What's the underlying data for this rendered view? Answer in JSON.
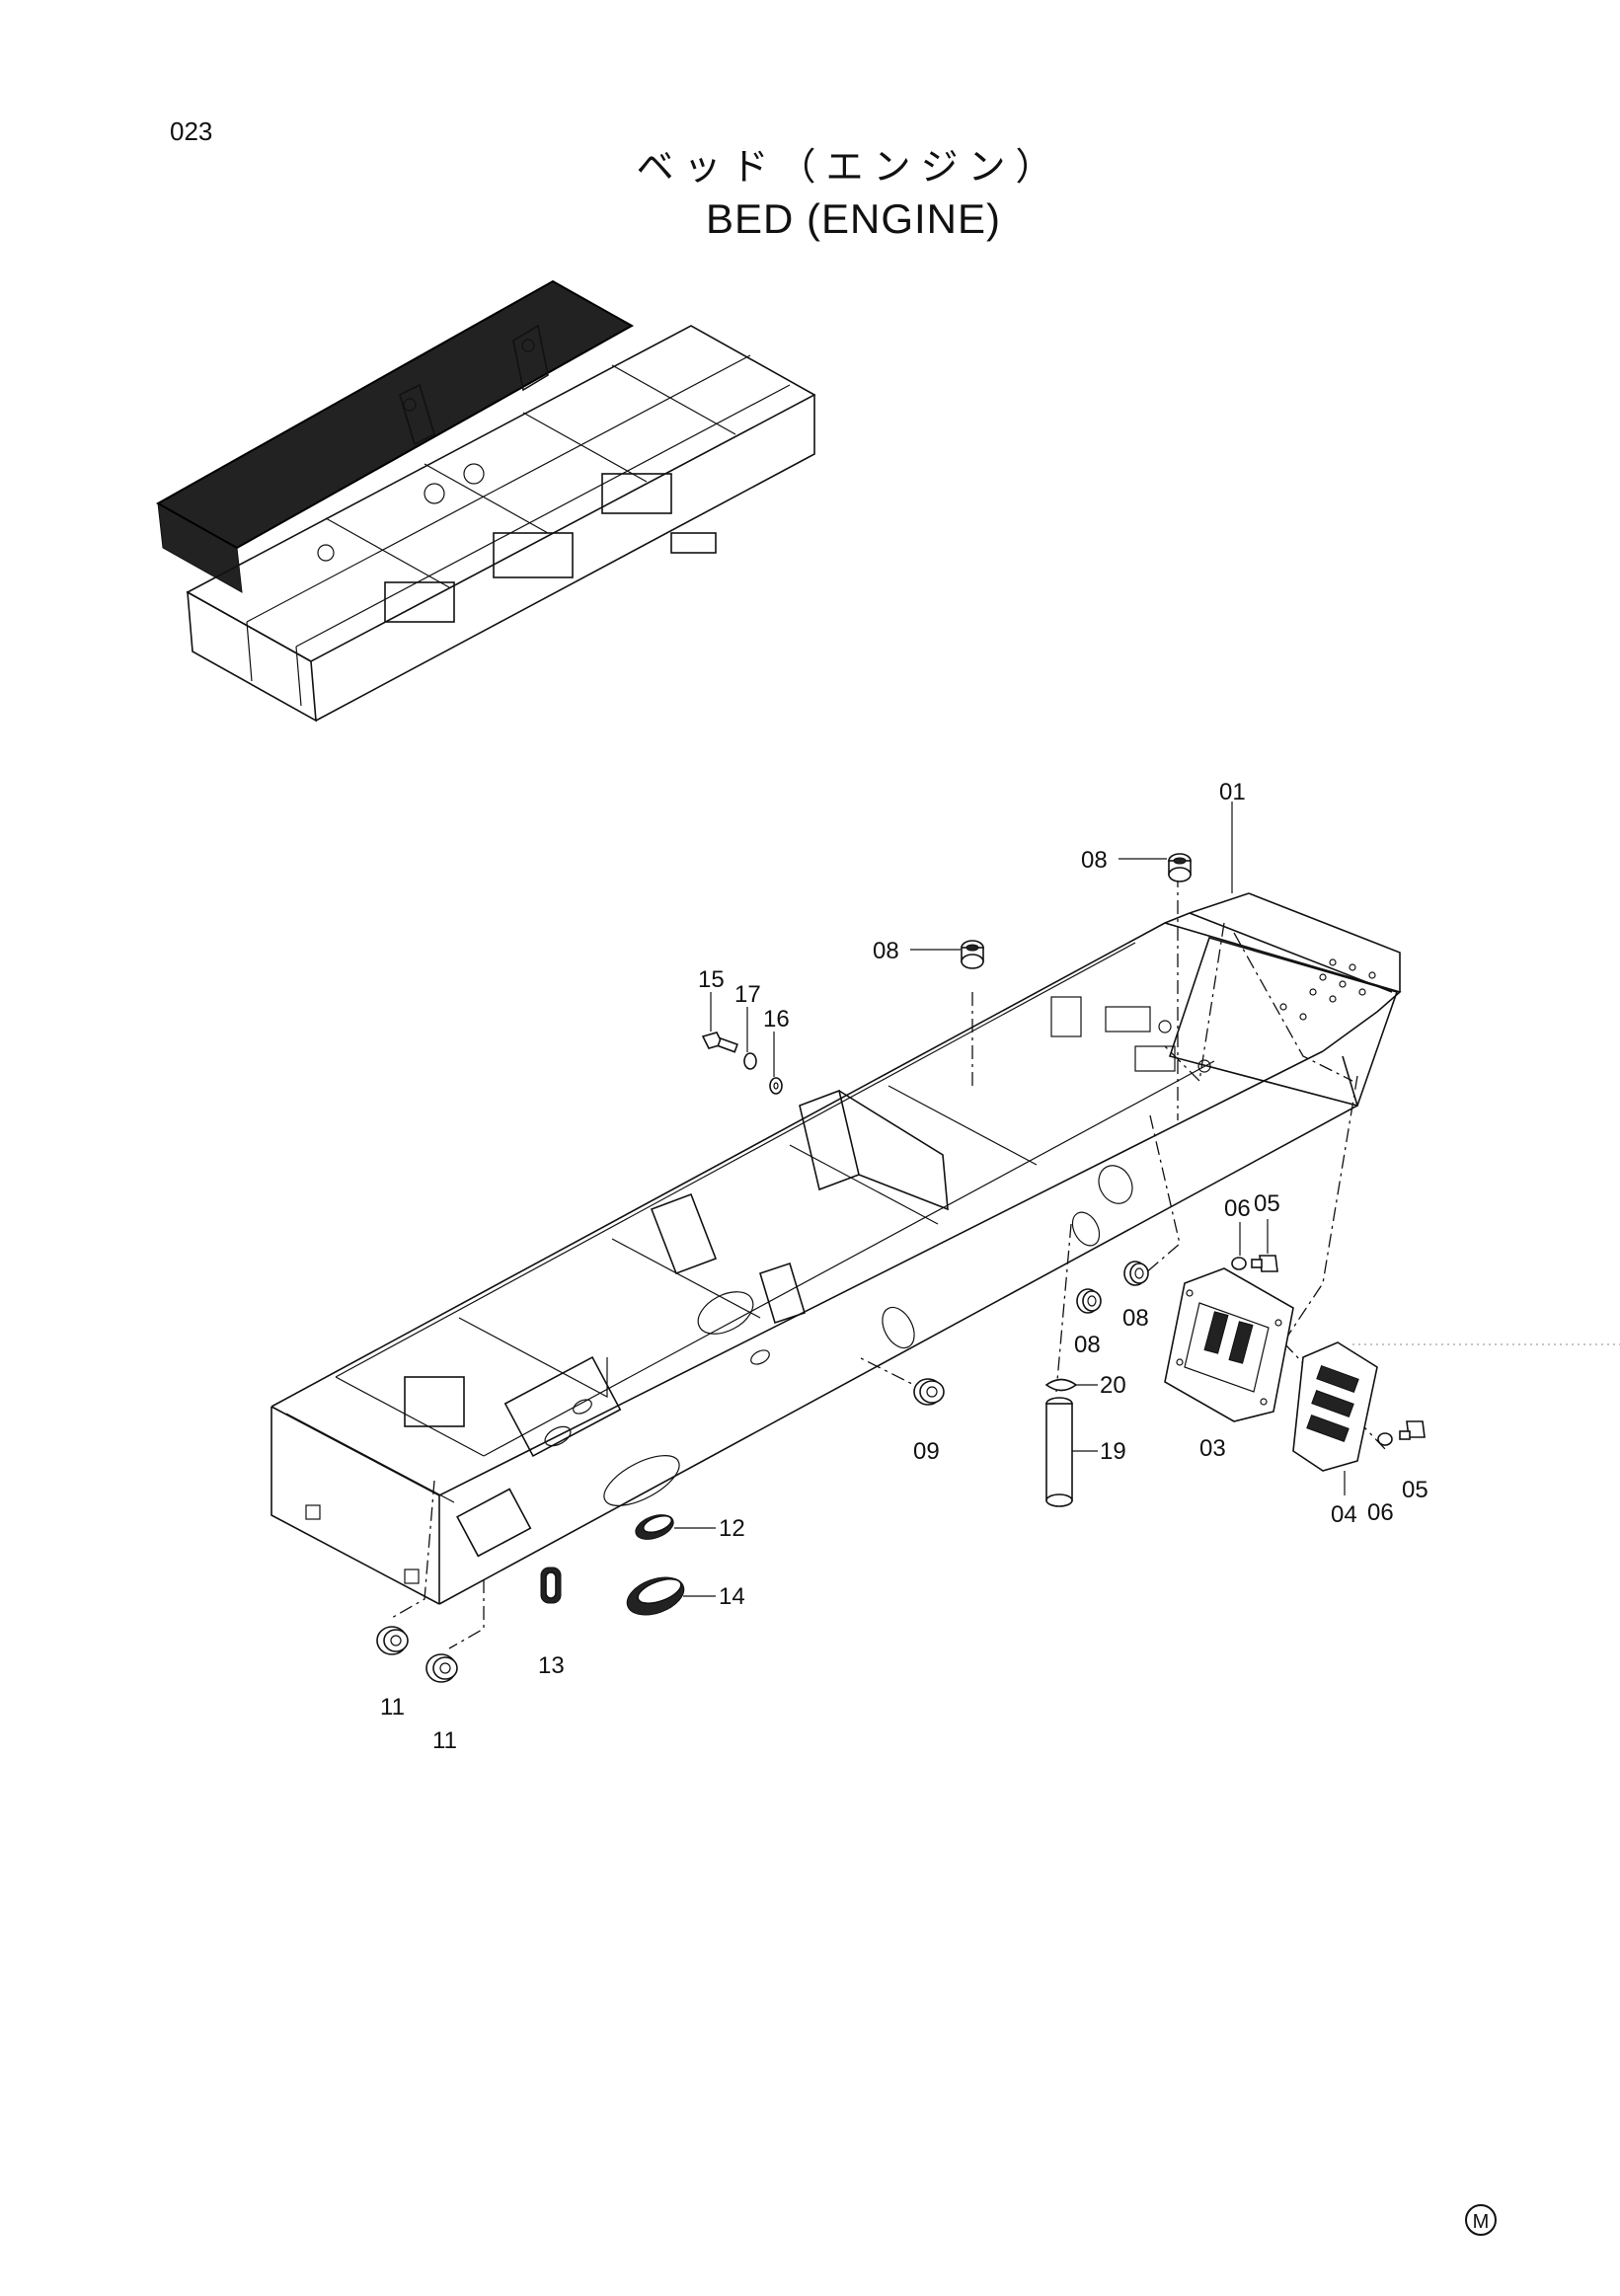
{
  "page_number": "023",
  "title_jp": "ベッド（エンジン）",
  "title_en": "BED (ENGINE)",
  "mark": "M",
  "callouts": [
    "01",
    "08",
    "08",
    "15",
    "17",
    "16",
    "06",
    "05",
    "08",
    "08",
    "03",
    "20",
    "09",
    "19",
    "04",
    "06",
    "05",
    "12",
    "14",
    "13",
    "11",
    "11"
  ]
}
